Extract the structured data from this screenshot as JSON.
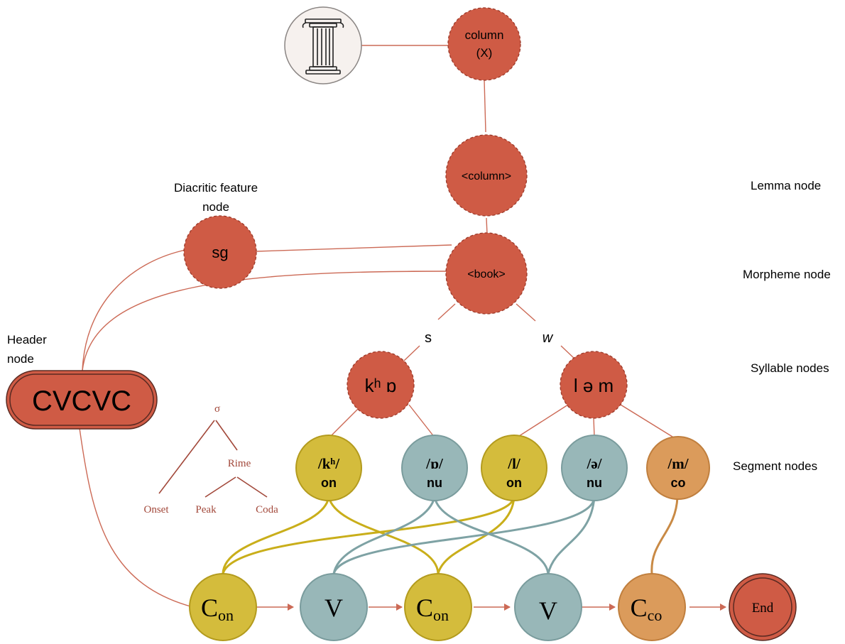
{
  "concept": {
    "icon": "column-pillar-icon",
    "label_line1": "column",
    "label_line2": "(X)"
  },
  "lemma": {
    "node_label": "<column>",
    "row_label": "Lemma node"
  },
  "morpheme": {
    "node_label": "<book>",
    "row_label": "Morpheme node"
  },
  "diacritic": {
    "node_label": "sg",
    "caption_line1": "Diacritic feature",
    "caption_line2": "node"
  },
  "header": {
    "node_label": "CVCVC",
    "caption_line1": "Header",
    "caption_line2": "node"
  },
  "stress": {
    "strong": "s",
    "weak": "w"
  },
  "syllables": {
    "row_label": "Syllable nodes",
    "first": "kʰ ɒ",
    "second": "l ə m"
  },
  "segments": {
    "row_label": "Segment nodes",
    "items": [
      {
        "phon": "/kʰ/",
        "role": "on"
      },
      {
        "phon": "/ɒ/",
        "role": "nu"
      },
      {
        "phon": "/l/",
        "role": "on"
      },
      {
        "phon": "/ə/",
        "role": "nu"
      },
      {
        "phon": "/m/",
        "role": "co"
      }
    ]
  },
  "syllable_tree": {
    "root": "σ",
    "rime": "Rime",
    "onset": "Onset",
    "peak": "Peak",
    "coda": "Coda"
  },
  "slots": {
    "items": [
      {
        "base": "C",
        "sub": "on"
      },
      {
        "base": "V",
        "sub": ""
      },
      {
        "base": "C",
        "sub": "on"
      },
      {
        "base": "V",
        "sub": ""
      },
      {
        "base": "C",
        "sub": "co"
      }
    ],
    "end": "End"
  },
  "colors": {
    "node_red": "#cf5b45",
    "onset_yellow": "#d4bc3c",
    "nucleus_teal": "#98b7b8",
    "coda_orange": "#db9b5b",
    "edge": "#cc6a56"
  }
}
